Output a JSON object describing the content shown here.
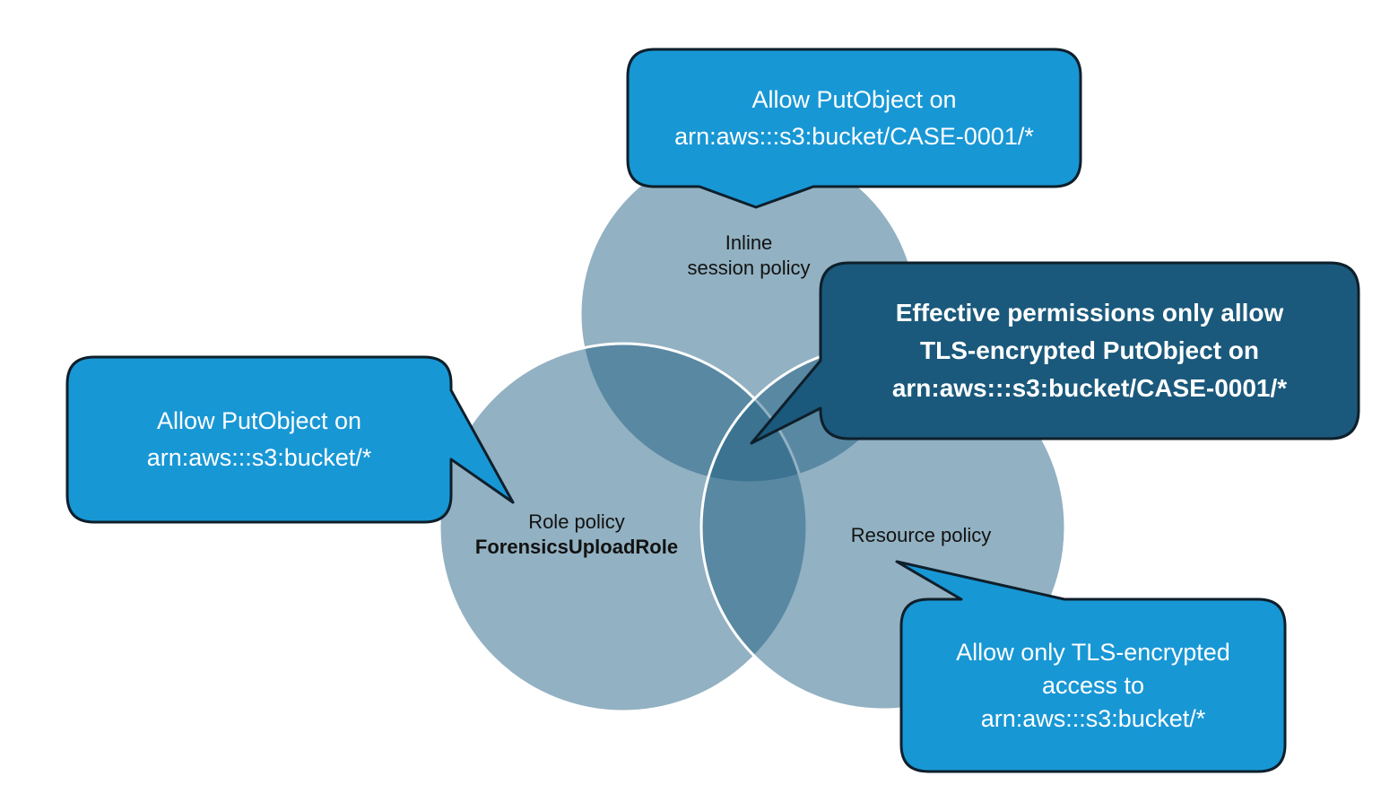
{
  "colors": {
    "background": "#FFFFFF",
    "circle_fill": "#1B5B80",
    "circle_outline": "#FFFFFF",
    "callout_blue": "#1897D5",
    "callout_dark_teal": "#1A597B",
    "callout_border": "#0E1F2B",
    "callout_text": "#FFFFFF",
    "label_text": "#121212"
  },
  "circles": {
    "inline_session": {
      "label_line1": "Inline",
      "label_line2": "session policy"
    },
    "role": {
      "label_line1": "Role policy",
      "label_line2": "ForensicsUploadRole"
    },
    "resource": {
      "label": "Resource policy"
    }
  },
  "callouts": {
    "top": {
      "lines": [
        "Allow PutObject on",
        "arn:aws:::s3:bucket/CASE-0001/*"
      ]
    },
    "left": {
      "lines": [
        "Allow PutObject on",
        "arn:aws:::s3:bucket/*"
      ]
    },
    "effective": {
      "lines": [
        "Effective permissions only allow",
        "TLS-encrypted PutObject on",
        "arn:aws:::s3:bucket/CASE-0001/*"
      ]
    },
    "bottom_right": {
      "lines": [
        "Allow only TLS-encrypted",
        "access to",
        "arn:aws:::s3:bucket/*"
      ]
    }
  }
}
